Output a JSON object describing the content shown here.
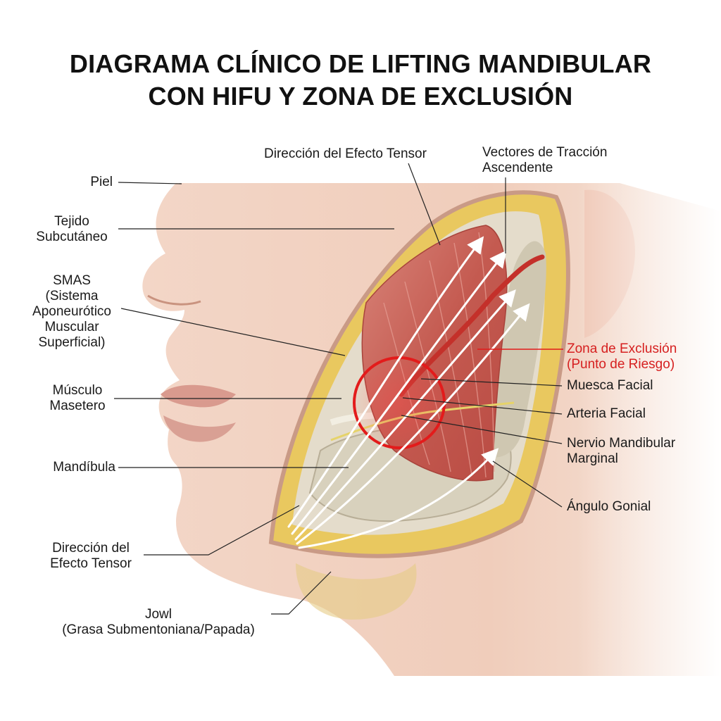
{
  "title": {
    "line1": "DIAGRAMA CLÍNICO DE LIFTING MANDIBULAR",
    "line2": "CON HIFU Y ZONA DE EXCLUSIÓN"
  },
  "labels": {
    "piel": "Piel",
    "tejido": [
      "Tejido",
      "Subcutáneo"
    ],
    "smas": [
      "SMAS",
      "(Sistema",
      "Aponeurótico",
      "Muscular",
      "Superficial)"
    ],
    "masetero": [
      "Músculo",
      "Masetero"
    ],
    "mandibula": "Mandíbula",
    "direccion_bottom": [
      "Dirección del",
      "Efecto Tensor"
    ],
    "jowl": [
      "Jowl",
      "(Grasa Submentoniana/Papada)"
    ],
    "direccion_top": "Dirección del Efecto Tensor",
    "vectores": [
      "Vectores de Tracción",
      "Ascendente"
    ],
    "zona": [
      "Zona de Exclusión",
      "(Punto de Riesgo)"
    ],
    "muesca": "Muesca Facial",
    "arteria": "Arteria Facial",
    "nervio": [
      "Nervio Mandibular",
      "Marginal"
    ],
    "angulo": "Ángulo Gonial"
  },
  "colors": {
    "exclusion_zone": "#e31b1b",
    "skin": "#f1d2c1",
    "fat": "#e9c85f",
    "muscle": "#c9645a",
    "bone": "#ddd6c4",
    "vector_arrows": "#ffffff"
  }
}
